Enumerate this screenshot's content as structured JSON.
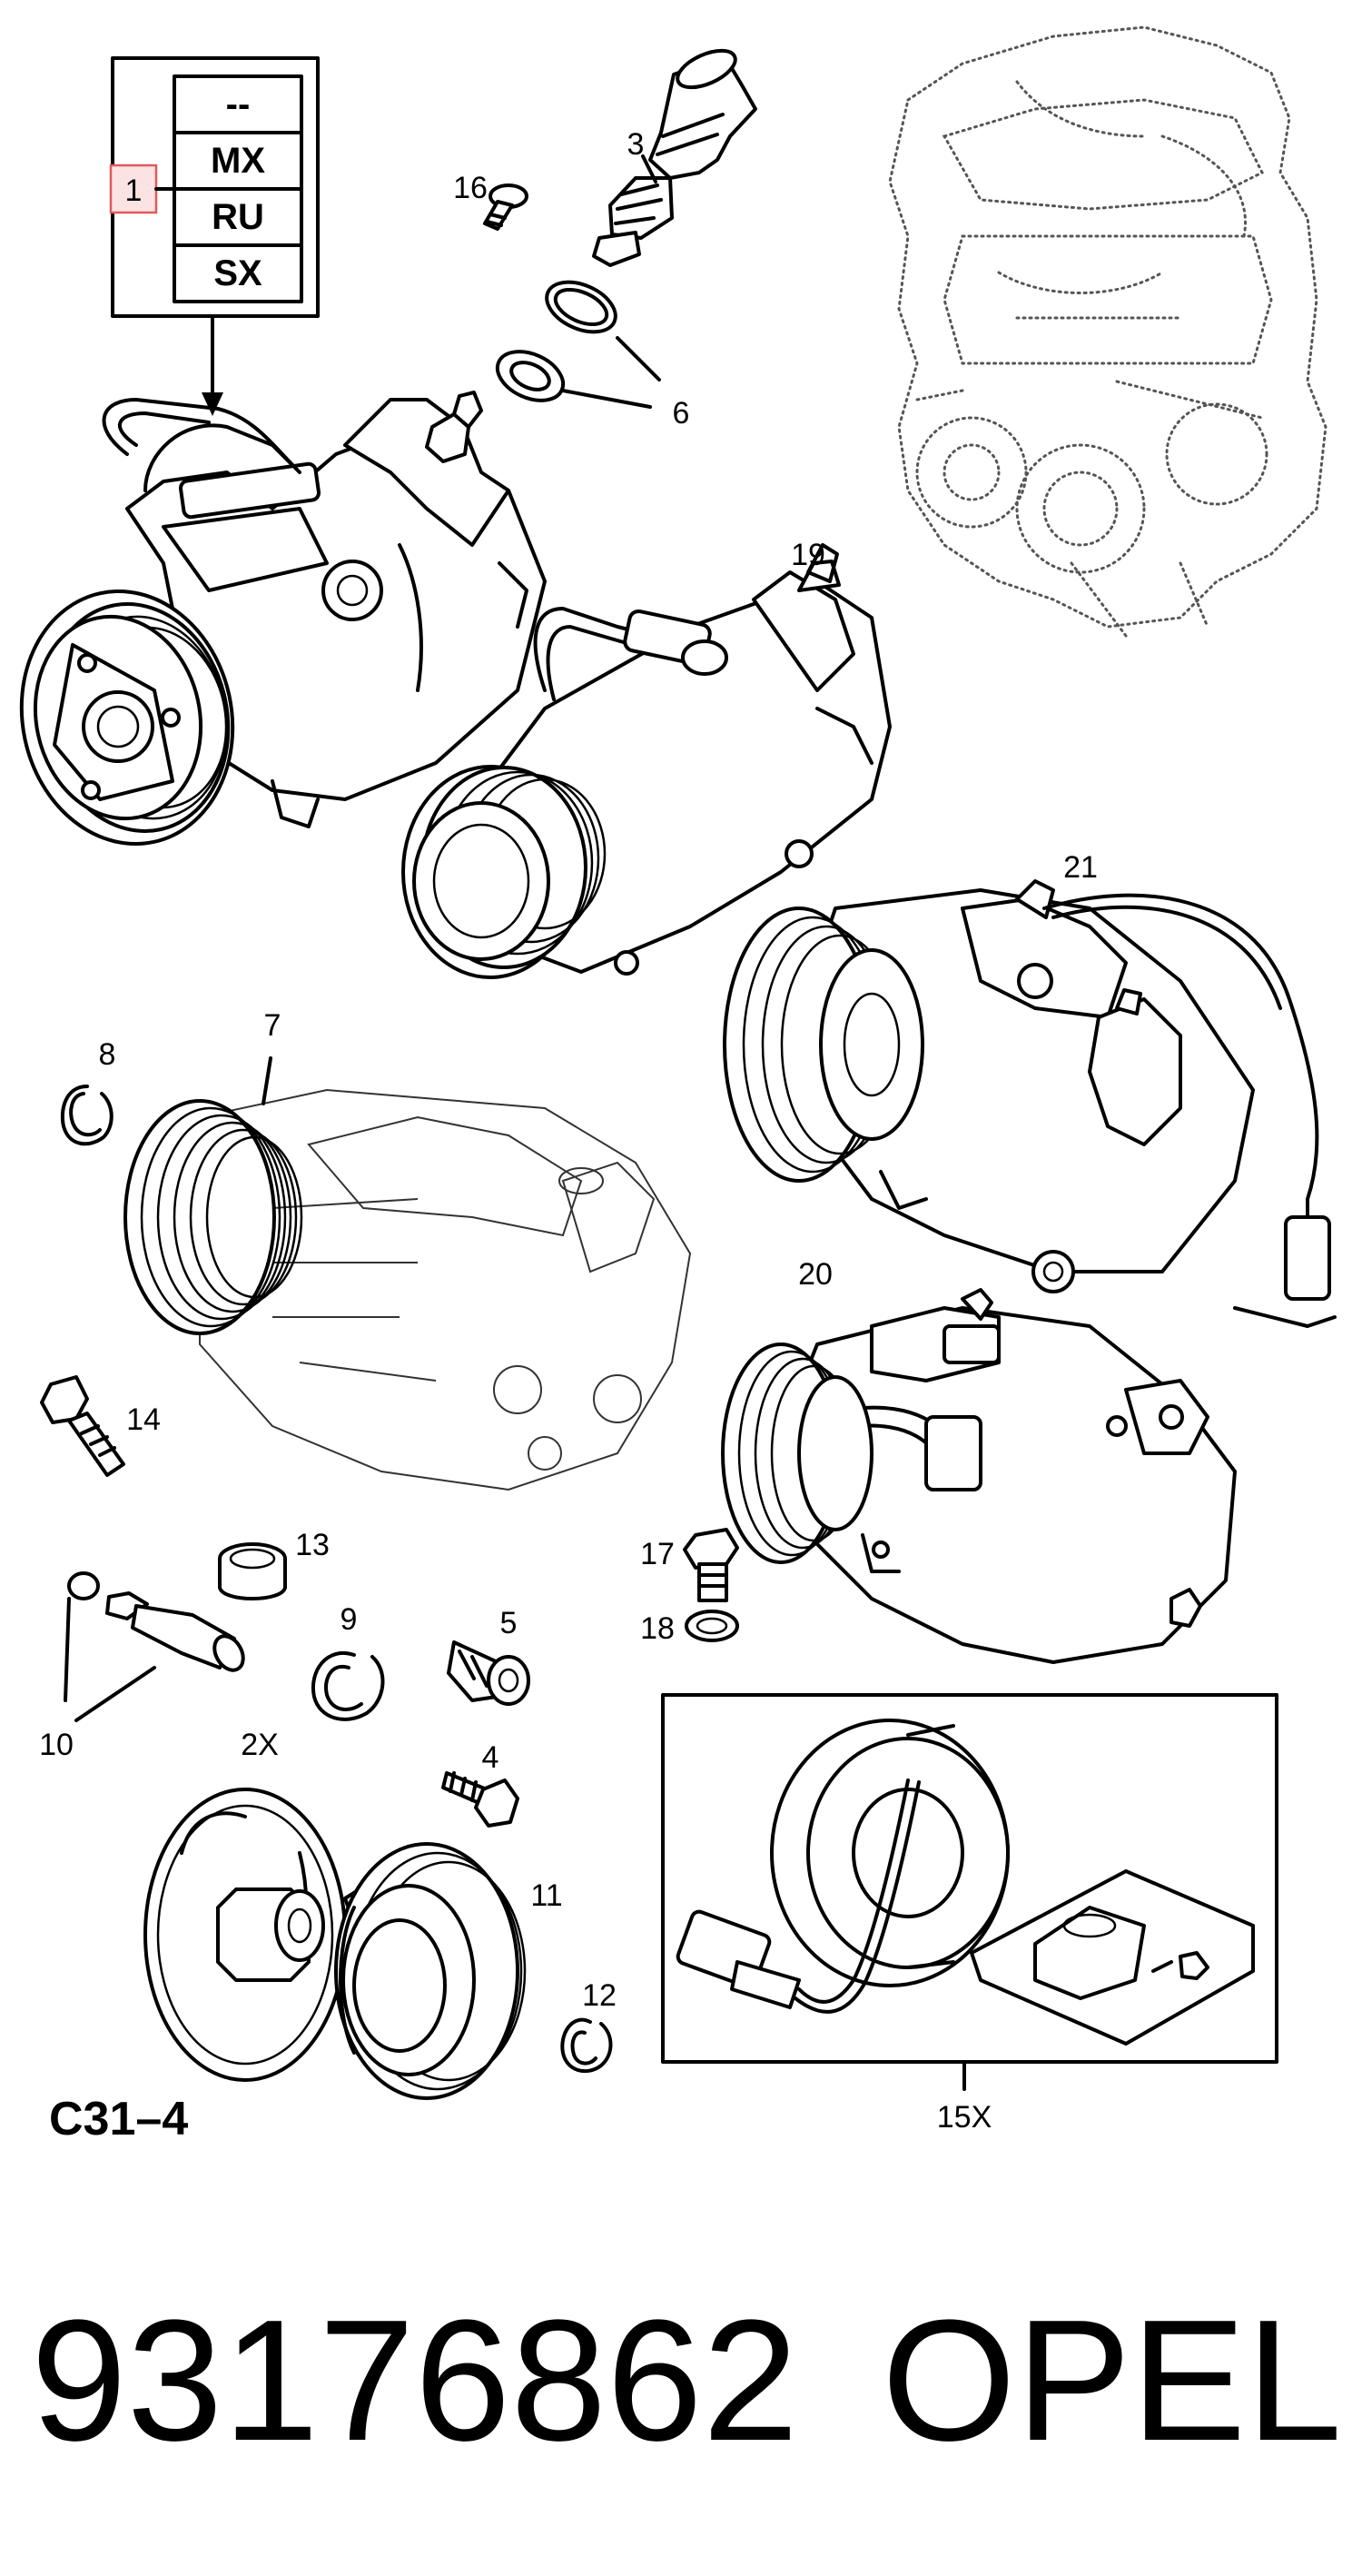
{
  "variant_table": {
    "ref": "1",
    "codes": [
      "--",
      "MX",
      "RU",
      "SX"
    ]
  },
  "callouts": {
    "p2x": "2X",
    "p3": "3",
    "p4": "4",
    "p5": "5",
    "p6": "6",
    "p7": "7",
    "p8": "8",
    "p9": "9",
    "p10": "10",
    "p11": "11",
    "p12": "12",
    "p13": "13",
    "p14": "14",
    "p15x": "15X",
    "p16": "16",
    "p17": "17",
    "p18": "18",
    "p19": "19",
    "p20": "20",
    "p21": "21"
  },
  "section_id": "C31–4",
  "footer": {
    "part_number": "93176862",
    "brand": "OPEL"
  },
  "colors": {
    "line": "#000000",
    "ref_highlight": "#e05a5a",
    "ref_fill": "#fbe3e3",
    "background": "#ffffff"
  }
}
